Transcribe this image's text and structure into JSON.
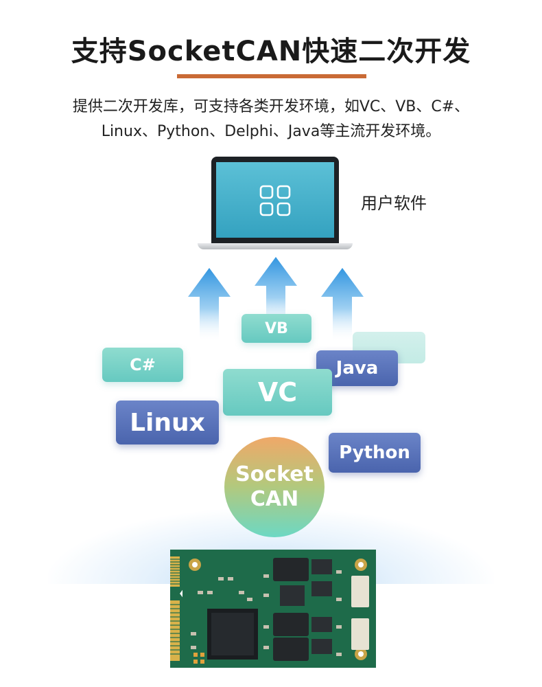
{
  "header": {
    "title": "支持SocketCAN快速二次开发",
    "desc_line1": "提供二次开发库，可支持各类开发环境，如VC、VB、C#、",
    "desc_line2": "Linux、Python、Delphi、Java等主流开发环境。"
  },
  "software": {
    "label": "用户软件",
    "icon": "app-grid-icon"
  },
  "tags": {
    "vb": "VB",
    "csharp": "C#",
    "java": "Java",
    "vc": "VC",
    "linux": "Linux",
    "python": "Python"
  },
  "core": {
    "line1": "Socket",
    "line2": "CAN"
  },
  "colors": {
    "title_underline": "#c96a35",
    "teal_tag": "#7fd6cb",
    "blue_tag": "#5a74bb",
    "arrow": "#3a9ee0",
    "pcb": "#1e6b4a"
  }
}
